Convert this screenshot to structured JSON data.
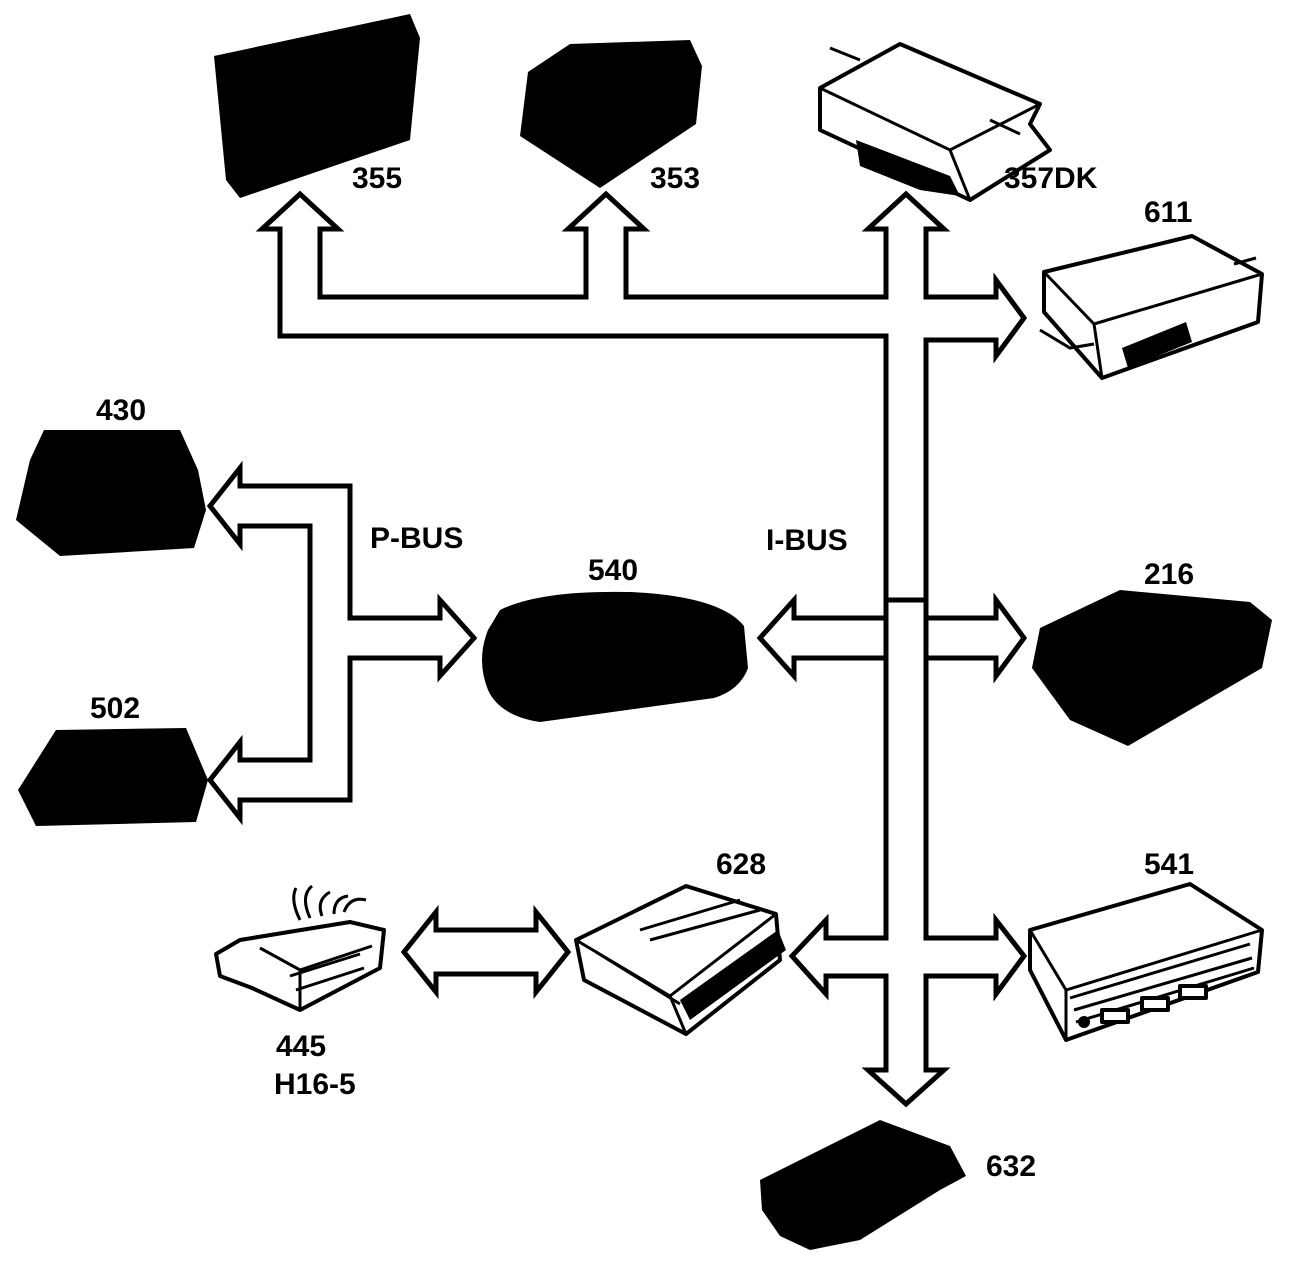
{
  "diagram": {
    "buses": {
      "p_bus": "P-BUS",
      "i_bus": "I-BUS"
    },
    "modules": {
      "m355": "355",
      "m353": "353",
      "m357": "357DK",
      "m611": "611",
      "m430": "430",
      "m502": "502",
      "m540": "540",
      "m216": "216",
      "m628": "628",
      "m541": "541",
      "m445": "445",
      "m445b": "H16-5",
      "m632": "632"
    }
  }
}
